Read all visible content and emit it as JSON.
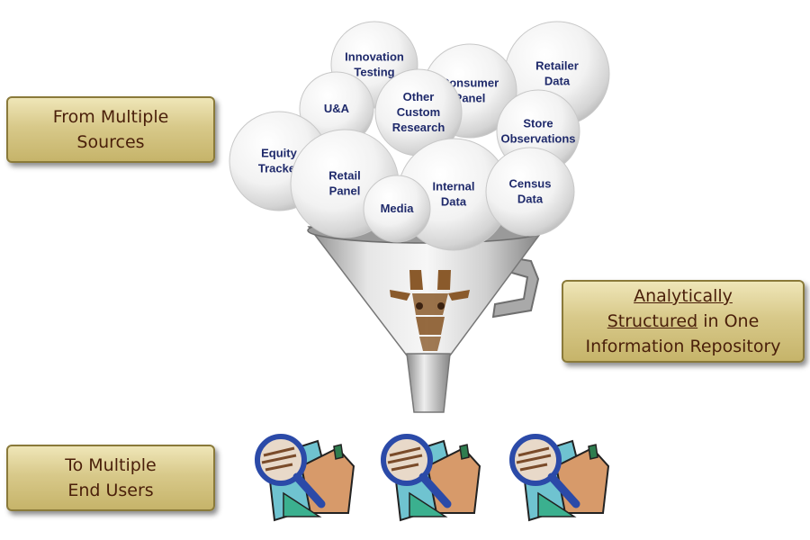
{
  "labels": {
    "sources": [
      "From Multiple",
      "Sources"
    ],
    "repository": {
      "line1_underlined": "Analytically",
      "line2_underlined": "Structured",
      "line2_rest": " in One",
      "line3": "Information Repository"
    },
    "users": [
      "To Multiple",
      "End Users"
    ]
  },
  "sources": [
    {
      "id": "innovation",
      "lines": [
        "Innovation",
        "Testing"
      ]
    },
    {
      "id": "retailer",
      "lines": [
        "Retailer",
        "Data"
      ]
    },
    {
      "id": "consumer",
      "lines": [
        "Consumer",
        "Panel"
      ]
    },
    {
      "id": "ua",
      "lines": [
        "U&A"
      ]
    },
    {
      "id": "other",
      "lines": [
        "Other",
        "Custom",
        "Research"
      ]
    },
    {
      "id": "store",
      "lines": [
        "Store",
        "Observations"
      ]
    },
    {
      "id": "equity",
      "lines": [
        "Equity",
        "Tracker"
      ]
    },
    {
      "id": "retail",
      "lines": [
        "Retail",
        "Panel"
      ]
    },
    {
      "id": "internal",
      "lines": [
        "Internal",
        "Data"
      ]
    },
    {
      "id": "census",
      "lines": [
        "Census",
        "Data"
      ]
    },
    {
      "id": "media",
      "lines": [
        "Media"
      ]
    }
  ],
  "end_users": [
    {
      "id": "user-1"
    },
    {
      "id": "user-2"
    },
    {
      "id": "user-3"
    }
  ],
  "colors": {
    "ball_text": "#1f2a6b",
    "box_text": "#4a1f0a",
    "box_fill": "#d8c98a",
    "funnel": "#c9c9c9",
    "giraffe": "#8a5a2b"
  }
}
